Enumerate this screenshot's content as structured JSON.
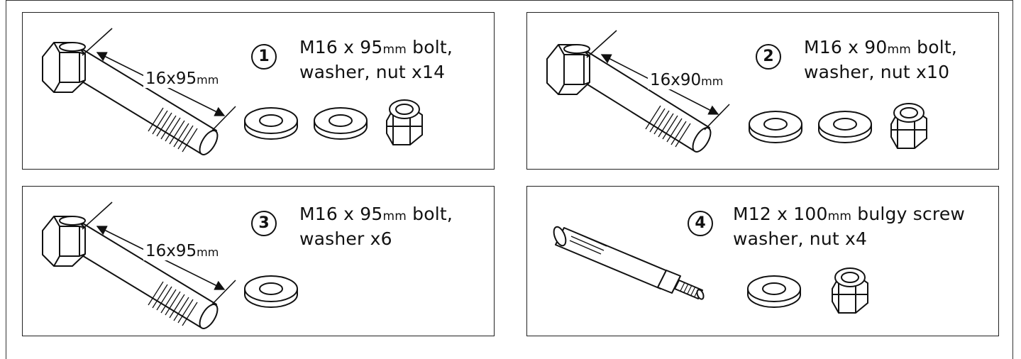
{
  "panels": [
    {
      "number": "1",
      "spec_pre": "M16 x 95",
      "spec_unit": "mm",
      "spec_post": " bolt,",
      "line2": "washer, nut x14",
      "dim_value": "16x95",
      "dim_unit": "mm"
    },
    {
      "number": "2",
      "spec_pre": "M16 x 90",
      "spec_unit": "mm",
      "spec_post": " bolt,",
      "line2": "washer, nut x10",
      "dim_value": "16x90",
      "dim_unit": "mm"
    },
    {
      "number": "3",
      "spec_pre": "M16 x 95",
      "spec_unit": "mm",
      "spec_post": " bolt,",
      "line2": "washer x6",
      "dim_value": "16x95",
      "dim_unit": "mm"
    },
    {
      "number": "4",
      "spec_pre": "M12 x 100",
      "spec_unit": "mm",
      "spec_post": " bulgy screw",
      "line2": "washer, nut x4"
    }
  ]
}
